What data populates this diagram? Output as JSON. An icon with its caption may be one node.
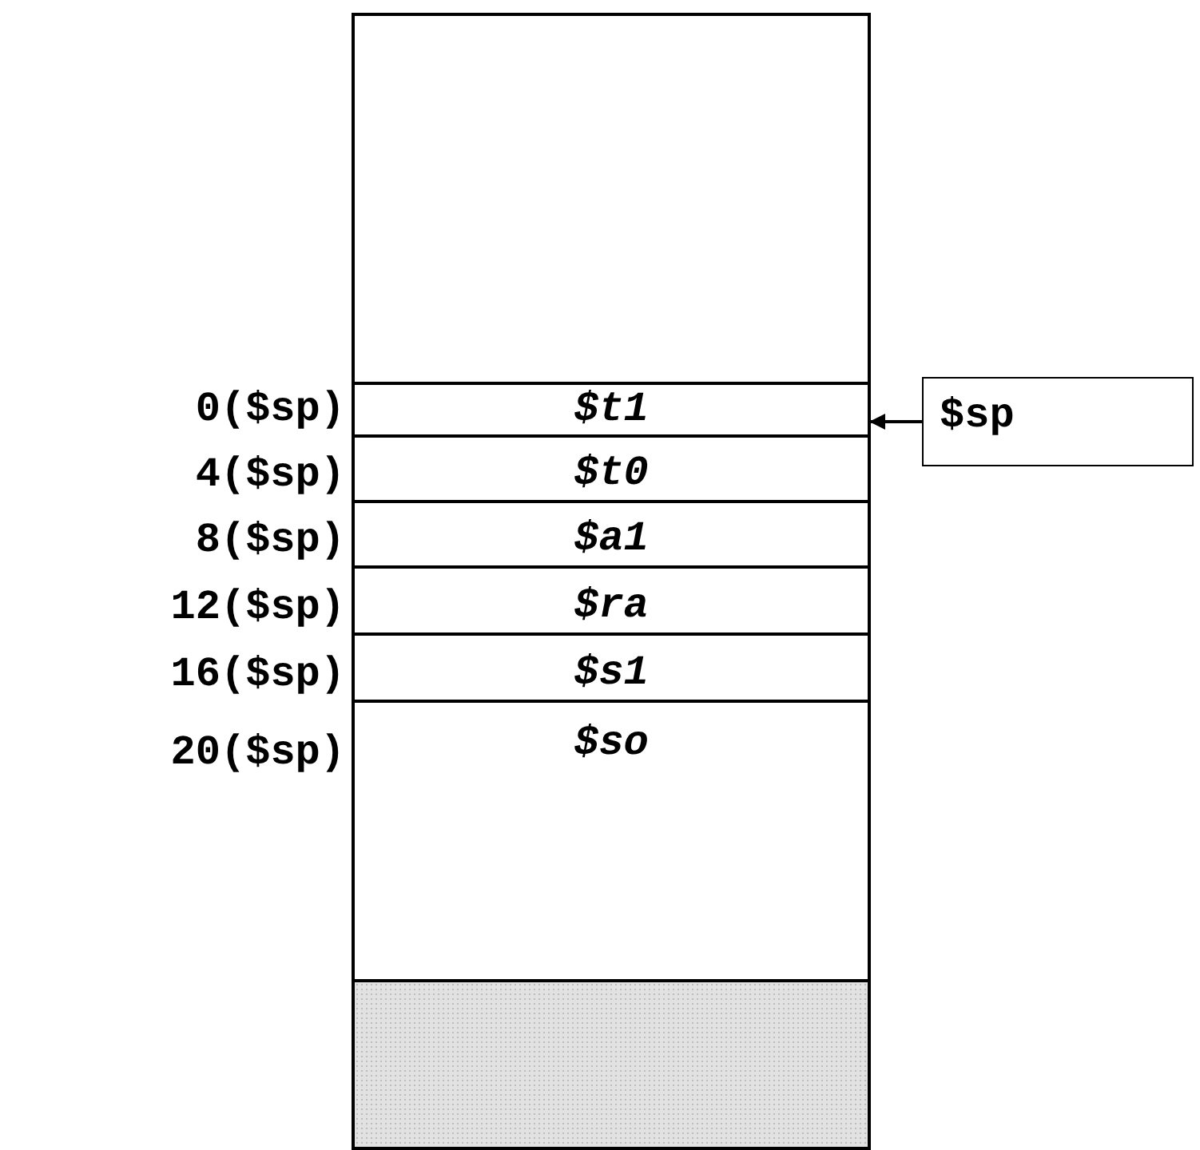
{
  "diagram": {
    "nodes": [
      {
        "text": [],
        "shape": "box"
      },
      {
        "text": [
          "$t1"
        ],
        "beside": [
          "0($sp)"
        ]
      },
      {
        "text": [
          "$t0"
        ],
        "beside": [
          "4($sp)"
        ]
      },
      {
        "text": [
          "$a1"
        ],
        "beside": [
          "8($sp)"
        ]
      },
      {
        "text": [
          "$ra"
        ],
        "beside": [
          "12($sp)"
        ]
      },
      {
        "text": [
          "$s1"
        ],
        "beside": [
          "16($sp)"
        ]
      },
      {
        "text": [
          "$so"
        ],
        "beside": [
          "20($sp)"
        ]
      },
      {
        "text": [],
        "shape": "box"
      },
      {
        "text": [
          "$sp"
        ]
      }
    ],
    "edges": [
      {
        "from": 8,
        "to": 1,
        "arrow": "to"
      }
    ]
  }
}
